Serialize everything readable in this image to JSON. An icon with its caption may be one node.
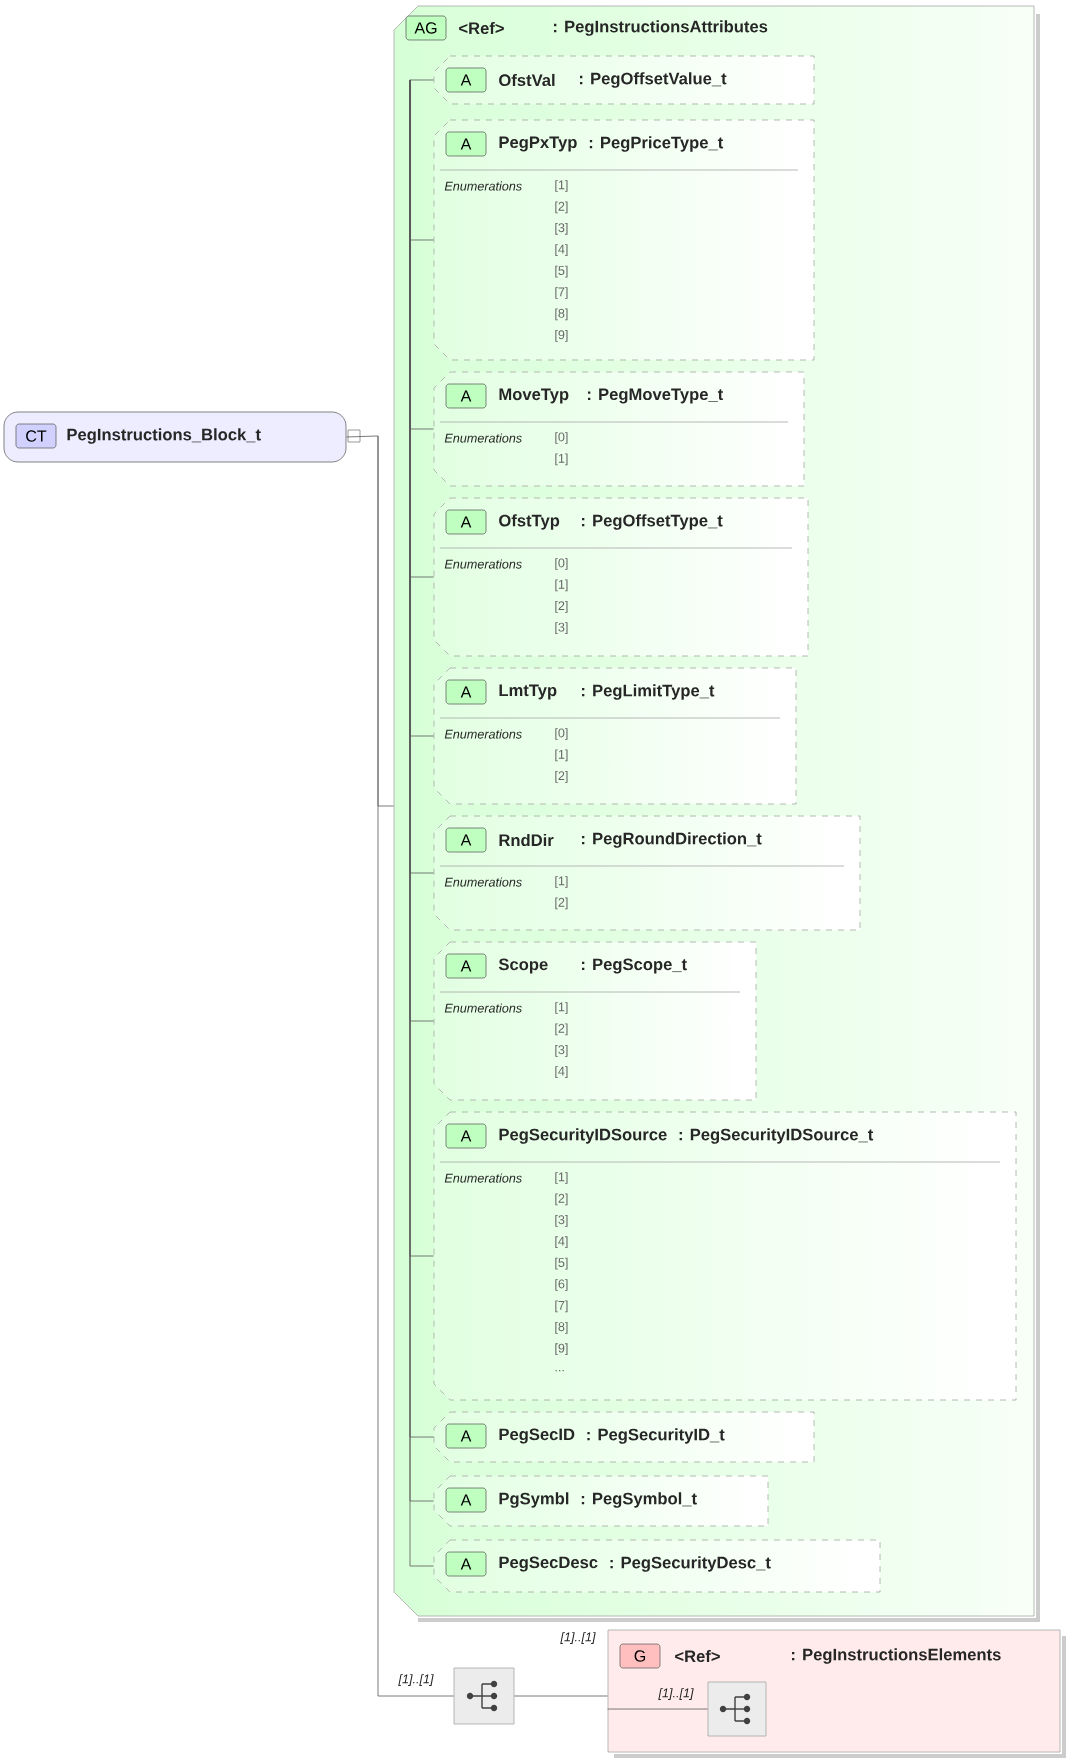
{
  "diagram": {
    "nodes": [
      {
        "text": [
          "CT",
          "PegInstructions_Block_t"
        ]
      },
      {
        "text": [
          "AG",
          "<Ref>",
          ": PegInstructionsAttributes"
        ]
      },
      {
        "text": [
          "A",
          "OfstVal",
          ": PegOffsetValue_t"
        ],
        "in": 1
      },
      {
        "text": [
          "A",
          "PegPxTyp",
          ": PegPriceType_t",
          "Enumerations",
          "[1]",
          "[2]",
          "[3]",
          "[4]",
          "[5]",
          "[7]",
          "[8]",
          "[9]"
        ],
        "in": 1
      },
      {
        "text": [
          "A",
          "MoveTyp",
          ": PegMoveType_t",
          "Enumerations",
          "[0]",
          "[1]"
        ],
        "in": 1
      },
      {
        "text": [
          "A",
          "OfstTyp",
          ": PegOffsetType_t",
          "Enumerations",
          "[0]",
          "[1]",
          "[2]",
          "[3]"
        ],
        "in": 1
      },
      {
        "text": [
          "A",
          "LmtTyp",
          ": PegLimitType_t",
          "Enumerations",
          "[0]",
          "[1]",
          "[2]"
        ],
        "in": 1
      },
      {
        "text": [
          "A",
          "RndDir",
          ": PegRoundDirection_t",
          "Enumerations",
          "[1]",
          "[2]"
        ],
        "in": 1
      },
      {
        "text": [
          "A",
          "Scope",
          ": PegScope_t",
          "Enumerations",
          "[1]",
          "[2]",
          "[3]",
          "[4]"
        ],
        "in": 1
      },
      {
        "text": [
          "A",
          "PegSecurityIDSource",
          ": PegSecurityIDSource_t",
          "Enumerations",
          "[1]",
          "[2]",
          "[3]",
          "[4]",
          "[5]",
          "[6]",
          "[7]",
          "[8]",
          "[9]",
          "..."
        ],
        "in": 1
      },
      {
        "text": [
          "A",
          "PegSecID",
          ": PegSecurityID_t"
        ],
        "in": 1
      },
      {
        "text": [
          "A",
          "PgSymbl",
          ": PegSymbol_t"
        ],
        "in": 1
      },
      {
        "text": [
          "A",
          "PegSecDesc",
          ": PegSecurityDesc_t"
        ],
        "in": 1
      },
      {
        "text": [],
        "shape": "box",
        "beside": [
          "[1]..[1]"
        ]
      },
      {
        "text": [
          "G",
          "<Ref>",
          ": PegInstructionsElements"
        ],
        "beside": [
          "[1]..[1]"
        ]
      },
      {
        "text": [],
        "shape": "box",
        "in": 14,
        "beside": [
          "[1]..[1]"
        ]
      }
    ],
    "edges": [
      {
        "from": 0,
        "to": 1,
        "arrow": "none"
      },
      {
        "from": 0,
        "to": 13,
        "arrow": "none"
      },
      {
        "from": 1,
        "to": 2,
        "arrow": "none"
      },
      {
        "from": 1,
        "to": 3,
        "arrow": "none"
      },
      {
        "from": 1,
        "to": 4,
        "arrow": "none"
      },
      {
        "from": 1,
        "to": 5,
        "arrow": "none"
      },
      {
        "from": 1,
        "to": 6,
        "arrow": "none"
      },
      {
        "from": 1,
        "to": 7,
        "arrow": "none"
      },
      {
        "from": 1,
        "to": 8,
        "arrow": "none"
      },
      {
        "from": 1,
        "to": 9,
        "arrow": "none"
      },
      {
        "from": 1,
        "to": 10,
        "arrow": "none"
      },
      {
        "from": 1,
        "to": 11,
        "arrow": "none"
      },
      {
        "from": 1,
        "to": 12,
        "arrow": "none"
      },
      {
        "from": 13,
        "to": 14,
        "arrow": "none"
      },
      {
        "from": 14,
        "to": 15,
        "arrow": "none"
      }
    ]
  }
}
